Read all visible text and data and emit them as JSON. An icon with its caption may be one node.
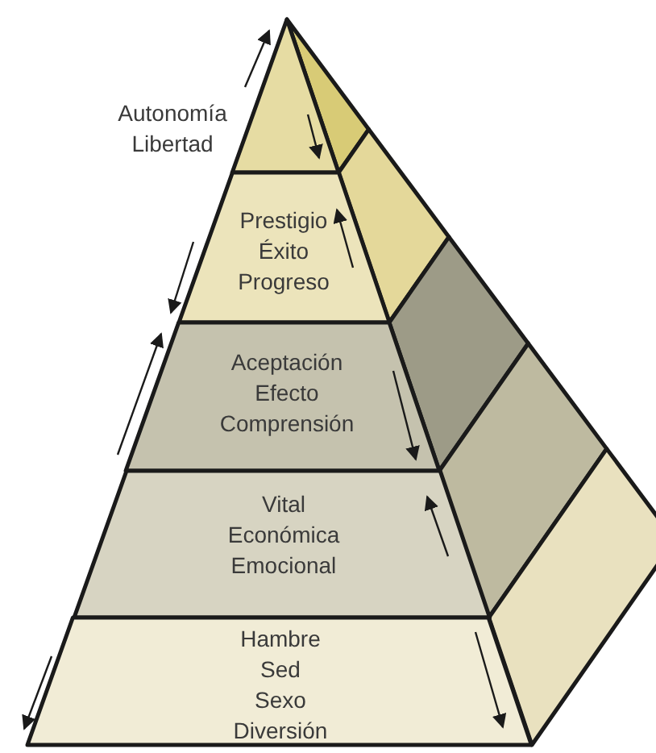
{
  "diagram": {
    "nodes": [
      {
        "text": [
          "Autonomía",
          "Libertad"
        ]
      },
      {
        "text": [
          "Prestigio",
          "Éxito",
          "Progreso"
        ]
      },
      {
        "text": [
          "Aceptación",
          "Efecto",
          "Comprensión"
        ]
      },
      {
        "text": [
          "Vital",
          "Económica",
          "Emocional"
        ]
      },
      {
        "text": [
          "Hambre",
          "Sed",
          "Sexo",
          "Diversión"
        ]
      }
    ]
  }
}
